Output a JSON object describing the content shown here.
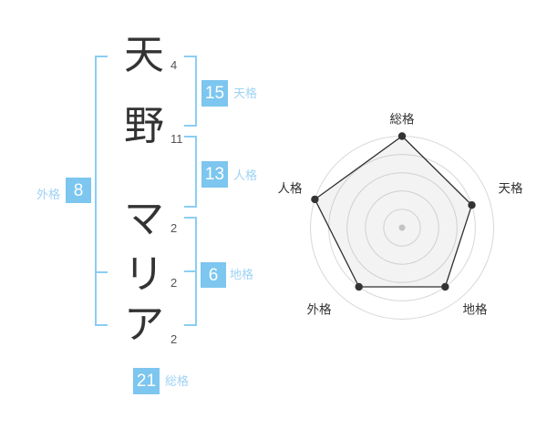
{
  "colors": {
    "badge_bg": "#7cc6ef",
    "badge_text": "#ffffff",
    "group_label_text": "#9ed3f4",
    "bracket": "#8bcdf4",
    "character_text": "#333333",
    "stroke_count_text": "#555555",
    "chart": {
      "ring": "#d8d8d8",
      "polygon_line": "#2f2f2f",
      "polygon_fill": "#999999",
      "vertex_dot": "#333333",
      "center_dot": "#c9c9c9",
      "axis_label": "#333333"
    }
  },
  "name_diagram": {
    "characters": [
      {
        "char": "天",
        "strokes": "4"
      },
      {
        "char": "野",
        "strokes": "11"
      },
      {
        "char": "マ",
        "strokes": "2"
      },
      {
        "char": "リ",
        "strokes": "2"
      },
      {
        "char": "ア",
        "strokes": "2"
      }
    ],
    "groups": [
      {
        "id": "tenkaku",
        "label": "天格",
        "value": "15"
      },
      {
        "id": "jinkaku",
        "label": "人格",
        "value": "13"
      },
      {
        "id": "chikaku",
        "label": "地格",
        "value": "6"
      },
      {
        "id": "gaikaku",
        "label": "外格",
        "value": "8"
      },
      {
        "id": "soukaku",
        "label": "総格",
        "value": "21"
      }
    ]
  },
  "chart_data": {
    "type": "radar",
    "axes": [
      "総格",
      "天格",
      "地格",
      "外格",
      "人格"
    ],
    "values": [
      5,
      4,
      4,
      4,
      5
    ],
    "max": 5,
    "rings": 5,
    "start_angle_deg": 90,
    "direction": "clockwise",
    "grid": "circular-no-spokes",
    "legend": "none",
    "title": ""
  }
}
